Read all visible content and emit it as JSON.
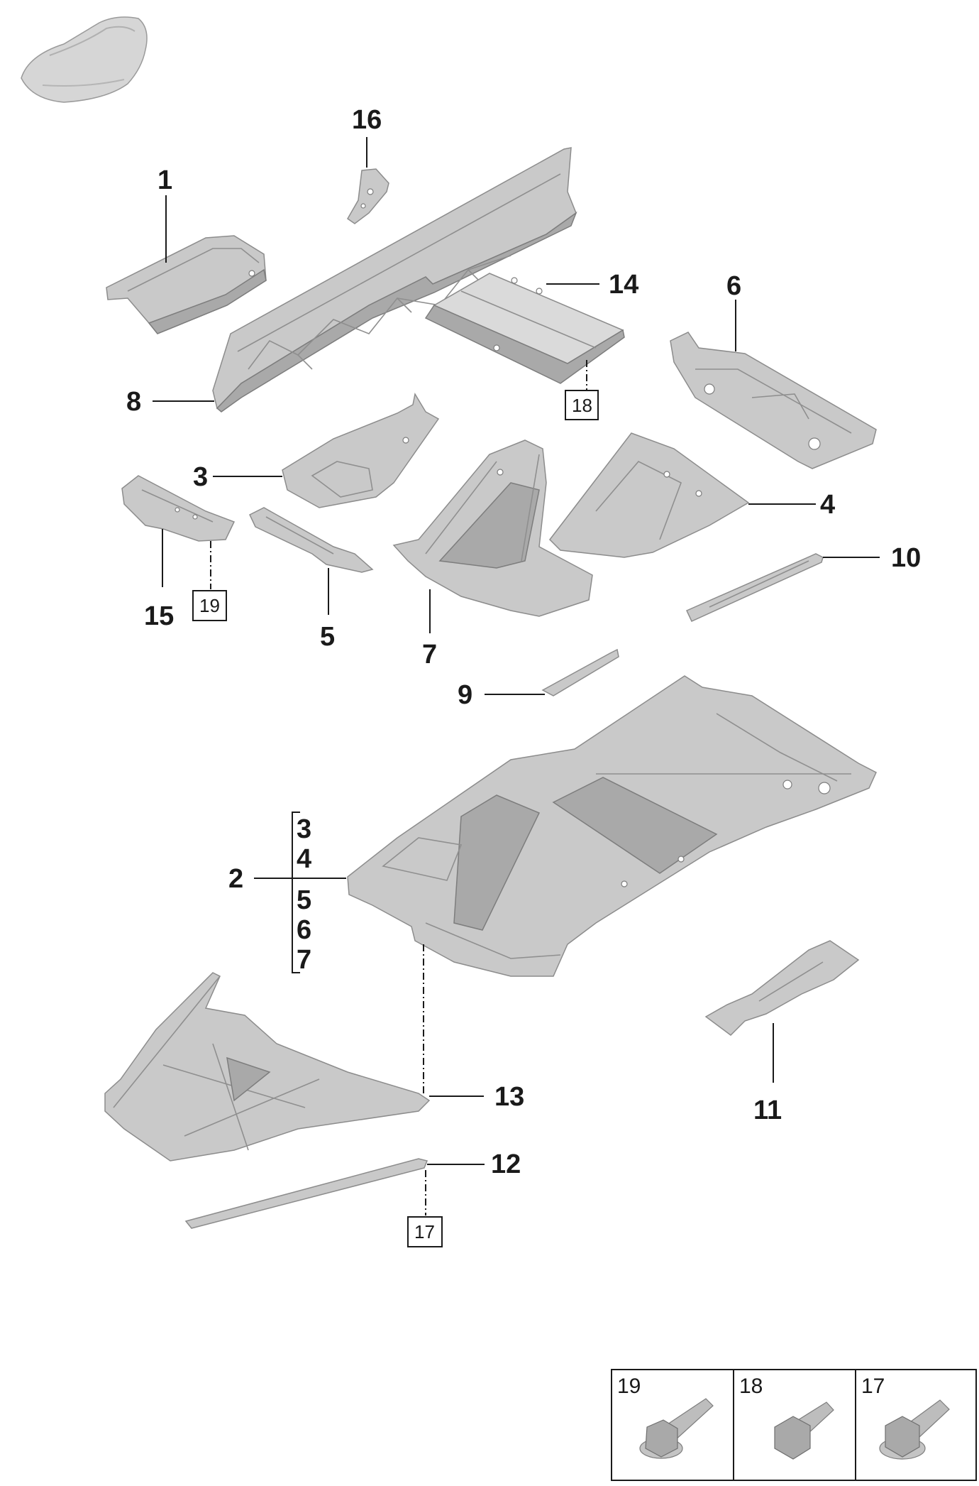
{
  "callouts": {
    "c1": "1",
    "c2": "2",
    "c3": "3",
    "c4": "4",
    "c5": "5",
    "c6": "6",
    "c7": "7",
    "c8": "8",
    "c9": "9",
    "c10": "10",
    "c11": "11",
    "c12": "12",
    "c13": "13",
    "c14": "14",
    "c15": "15",
    "c16": "16"
  },
  "boxed_refs": {
    "r18": "18",
    "r19": "19",
    "r17": "17"
  },
  "bracket_group": [
    "3",
    "4",
    "5",
    "6",
    "7"
  ],
  "fastener_table": [
    {
      "label": "19",
      "icon": "flange-bolt-long-icon"
    },
    {
      "label": "18",
      "icon": "flange-bolt-short-icon"
    },
    {
      "label": "17",
      "icon": "hex-flange-bolt-icon"
    }
  ],
  "colors": {
    "part": "#c9c9c9",
    "outline": "#8c8c8c",
    "text": "#1a1a1a"
  }
}
